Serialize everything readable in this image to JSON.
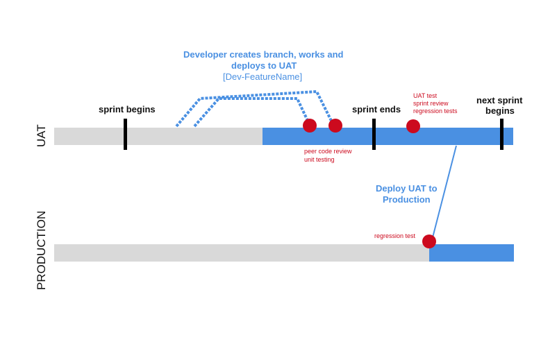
{
  "colors": {
    "grey_bar": "#d9d9d9",
    "blue_bar": "#4a90e2",
    "marker": "#cc0a1e",
    "tick": "#000000",
    "annotation_blue": "#4a90e2"
  },
  "lanes": {
    "uat": "UAT",
    "production": "PRODUCTION"
  },
  "uat_labels": {
    "sprint_begins": "sprint begins",
    "sprint_ends": "sprint ends",
    "next_sprint_line1": "next sprint",
    "next_sprint_line2": "begins"
  },
  "developer_note": {
    "line1": "Developer creates branch, works and",
    "line2": "deploys to UAT",
    "line3": "[Dev-FeatureName]"
  },
  "events": {
    "peer_review": "peer code review",
    "unit_testing": "unit testing",
    "uat_test": "UAT test",
    "sprint_review": "sprint review",
    "regression_tests": "regression tests",
    "regression_test": "regression test"
  },
  "deploy_note": {
    "line1": "Deploy UAT to",
    "line2": "Production"
  }
}
